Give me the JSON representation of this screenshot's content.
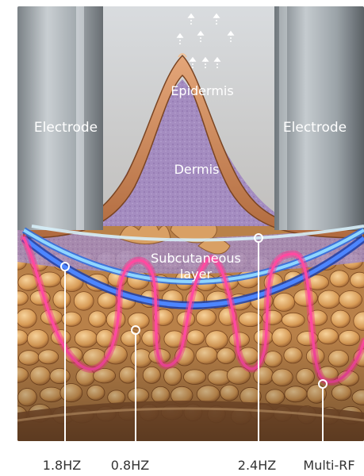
{
  "labels": {
    "electrode_left": "Electrode",
    "electrode_right": "Electrode",
    "epidermis": "Epidermis",
    "dermis": "Dermis",
    "subcutaneous_line1": "Subcutaneous",
    "subcutaneous_line2": "layer"
  },
  "frequencies": [
    "1.8HZ",
    "0.8HZ",
    "2.4HZ",
    "Multi-RF"
  ],
  "colors": {
    "wave": "#ff2f8e",
    "band_light_blue": "#7fd0ff",
    "band_blue": "#3f79ff",
    "band_dark_blue": "#1b3ea8",
    "dermis": "#a88ec5",
    "epidermis": "#c8865a",
    "fat": "#e7b26f",
    "electrode": "#a8b1b6"
  }
}
